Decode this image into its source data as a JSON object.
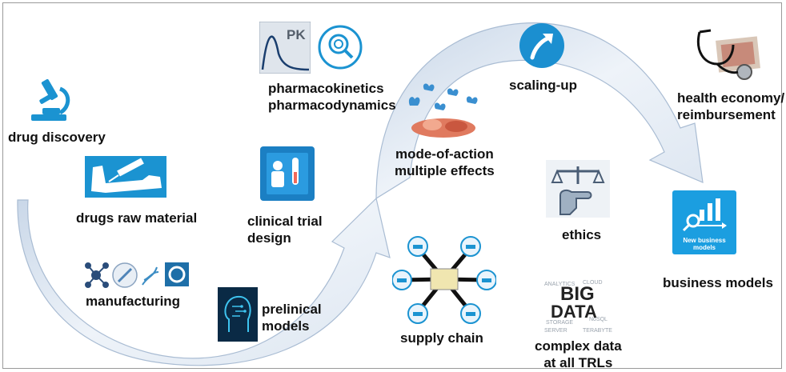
{
  "colors": {
    "arrow_fill": "#dde6f1",
    "arrow_stroke": "#a9bcd3",
    "accent_blue": "#1b93d1",
    "dark_blue": "#0c3d62",
    "text": "#111111"
  },
  "nodes": {
    "drug_discovery": {
      "label": "drug discovery",
      "icon": "microscope-icon"
    },
    "drugs_raw_material": {
      "label": "drugs raw material",
      "icon": "arm-injection-icon"
    },
    "manufacturing": {
      "label": "manufacturing",
      "icon": "molecule-dna-icons"
    },
    "pkpd": {
      "line1": "pharmacokinetics",
      "line2": "pharmacodynamics",
      "badge": "PK",
      "icon": "pk-curve-icon"
    },
    "clinical_trial": {
      "line1": "clinical trial",
      "line2": "design",
      "icon": "lab-test-icon"
    },
    "preclinical": {
      "line1": "prelinical",
      "line2": "models",
      "icon": "circuit-head-icon"
    },
    "mode_of_action": {
      "line1": "mode-of-action",
      "line2": "multiple effects",
      "icon": "cell-drops-icon"
    },
    "scaling_up": {
      "label": "scaling-up",
      "icon": "arrow-up-circle-icon"
    },
    "supply_chain": {
      "label": "supply chain",
      "icon": "hospital-network-icon"
    },
    "ethics": {
      "label": "ethics",
      "icon": "scales-icon"
    },
    "complex_data": {
      "line1": "complex data",
      "line2": "at all TRLs",
      "icon": "big-data-wordcloud-icon",
      "cloud_big": "BIG",
      "cloud_data": "DATA"
    },
    "health_economy": {
      "line1": "health economy/",
      "line2": "reimbursement",
      "icon": "stethoscope-money-icon"
    },
    "business_models": {
      "label": "business models",
      "icon": "chart-search-icon",
      "tile_line1": "New business",
      "tile_line2": "models"
    }
  }
}
